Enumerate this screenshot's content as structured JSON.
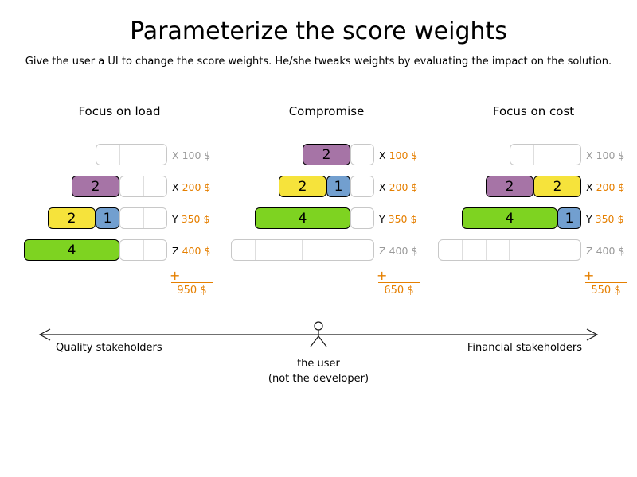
{
  "title": "Parameterize the score weights",
  "subtitle": "Give the user a UI to change the score weights. He/she tweaks weights by evaluating the impact on the solution.",
  "plus_sign": "+",
  "colors": {
    "orange": "#e57f00",
    "inactive": "#9a9a9a",
    "purple": "#a674a6",
    "yellow": "#f6e33b",
    "blue": "#729fcf",
    "green": "#7ed321"
  },
  "columns": [
    {
      "header": "Focus on load",
      "total": "950 $",
      "rows": [
        {
          "label": "X",
          "cost": "100 $",
          "active": false,
          "capacity": 3,
          "blocks": []
        },
        {
          "label": "X",
          "cost": "200 $",
          "active": true,
          "capacity": 4,
          "blocks": [
            {
              "value": 2,
              "color": "purple"
            }
          ]
        },
        {
          "label": "Y",
          "cost": "350 $",
          "active": true,
          "capacity": 5,
          "blocks": [
            {
              "value": 2,
              "color": "yellow"
            },
            {
              "value": 1,
              "color": "blue"
            }
          ]
        },
        {
          "label": "Z",
          "cost": "400 $",
          "active": true,
          "capacity": 6,
          "blocks": [
            {
              "value": 4,
              "color": "green"
            }
          ]
        }
      ]
    },
    {
      "header": "Compromise",
      "total": "650 $",
      "rows": [
        {
          "label": "X",
          "cost": "100 $",
          "active": true,
          "capacity": 3,
          "blocks": [
            {
              "value": 2,
              "color": "purple"
            }
          ]
        },
        {
          "label": "X",
          "cost": "200 $",
          "active": true,
          "capacity": 4,
          "blocks": [
            {
              "value": 2,
              "color": "yellow"
            },
            {
              "value": 1,
              "color": "blue"
            }
          ]
        },
        {
          "label": "Y",
          "cost": "350 $",
          "active": true,
          "capacity": 5,
          "blocks": [
            {
              "value": 4,
              "color": "green"
            }
          ]
        },
        {
          "label": "Z",
          "cost": "400 $",
          "active": false,
          "capacity": 6,
          "blocks": []
        }
      ]
    },
    {
      "header": "Focus on cost",
      "total": "550 $",
      "rows": [
        {
          "label": "X",
          "cost": "100 $",
          "active": false,
          "capacity": 3,
          "blocks": []
        },
        {
          "label": "X",
          "cost": "200 $",
          "active": true,
          "capacity": 4,
          "blocks": [
            {
              "value": 2,
              "color": "purple"
            },
            {
              "value": 2,
              "color": "yellow"
            }
          ]
        },
        {
          "label": "Y",
          "cost": "350 $",
          "active": true,
          "capacity": 5,
          "blocks": [
            {
              "value": 4,
              "color": "green"
            },
            {
              "value": 1,
              "color": "blue"
            }
          ]
        },
        {
          "label": "Z",
          "cost": "400 $",
          "active": false,
          "capacity": 6,
          "blocks": []
        }
      ]
    }
  ],
  "axis": {
    "left_label": "Quality stakeholders",
    "right_label": "Financial stakeholders",
    "center_label_line1": "the user",
    "center_label_line2": "(not the developer)"
  }
}
